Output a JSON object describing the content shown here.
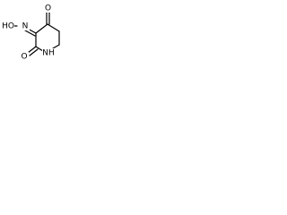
{
  "structure": {
    "atoms": {
      "oxygen_top": "O",
      "oxygen_right": "O",
      "hydroxyl": "HO",
      "oxime_nitrogen": "N",
      "ring_nh": "NH"
    }
  }
}
